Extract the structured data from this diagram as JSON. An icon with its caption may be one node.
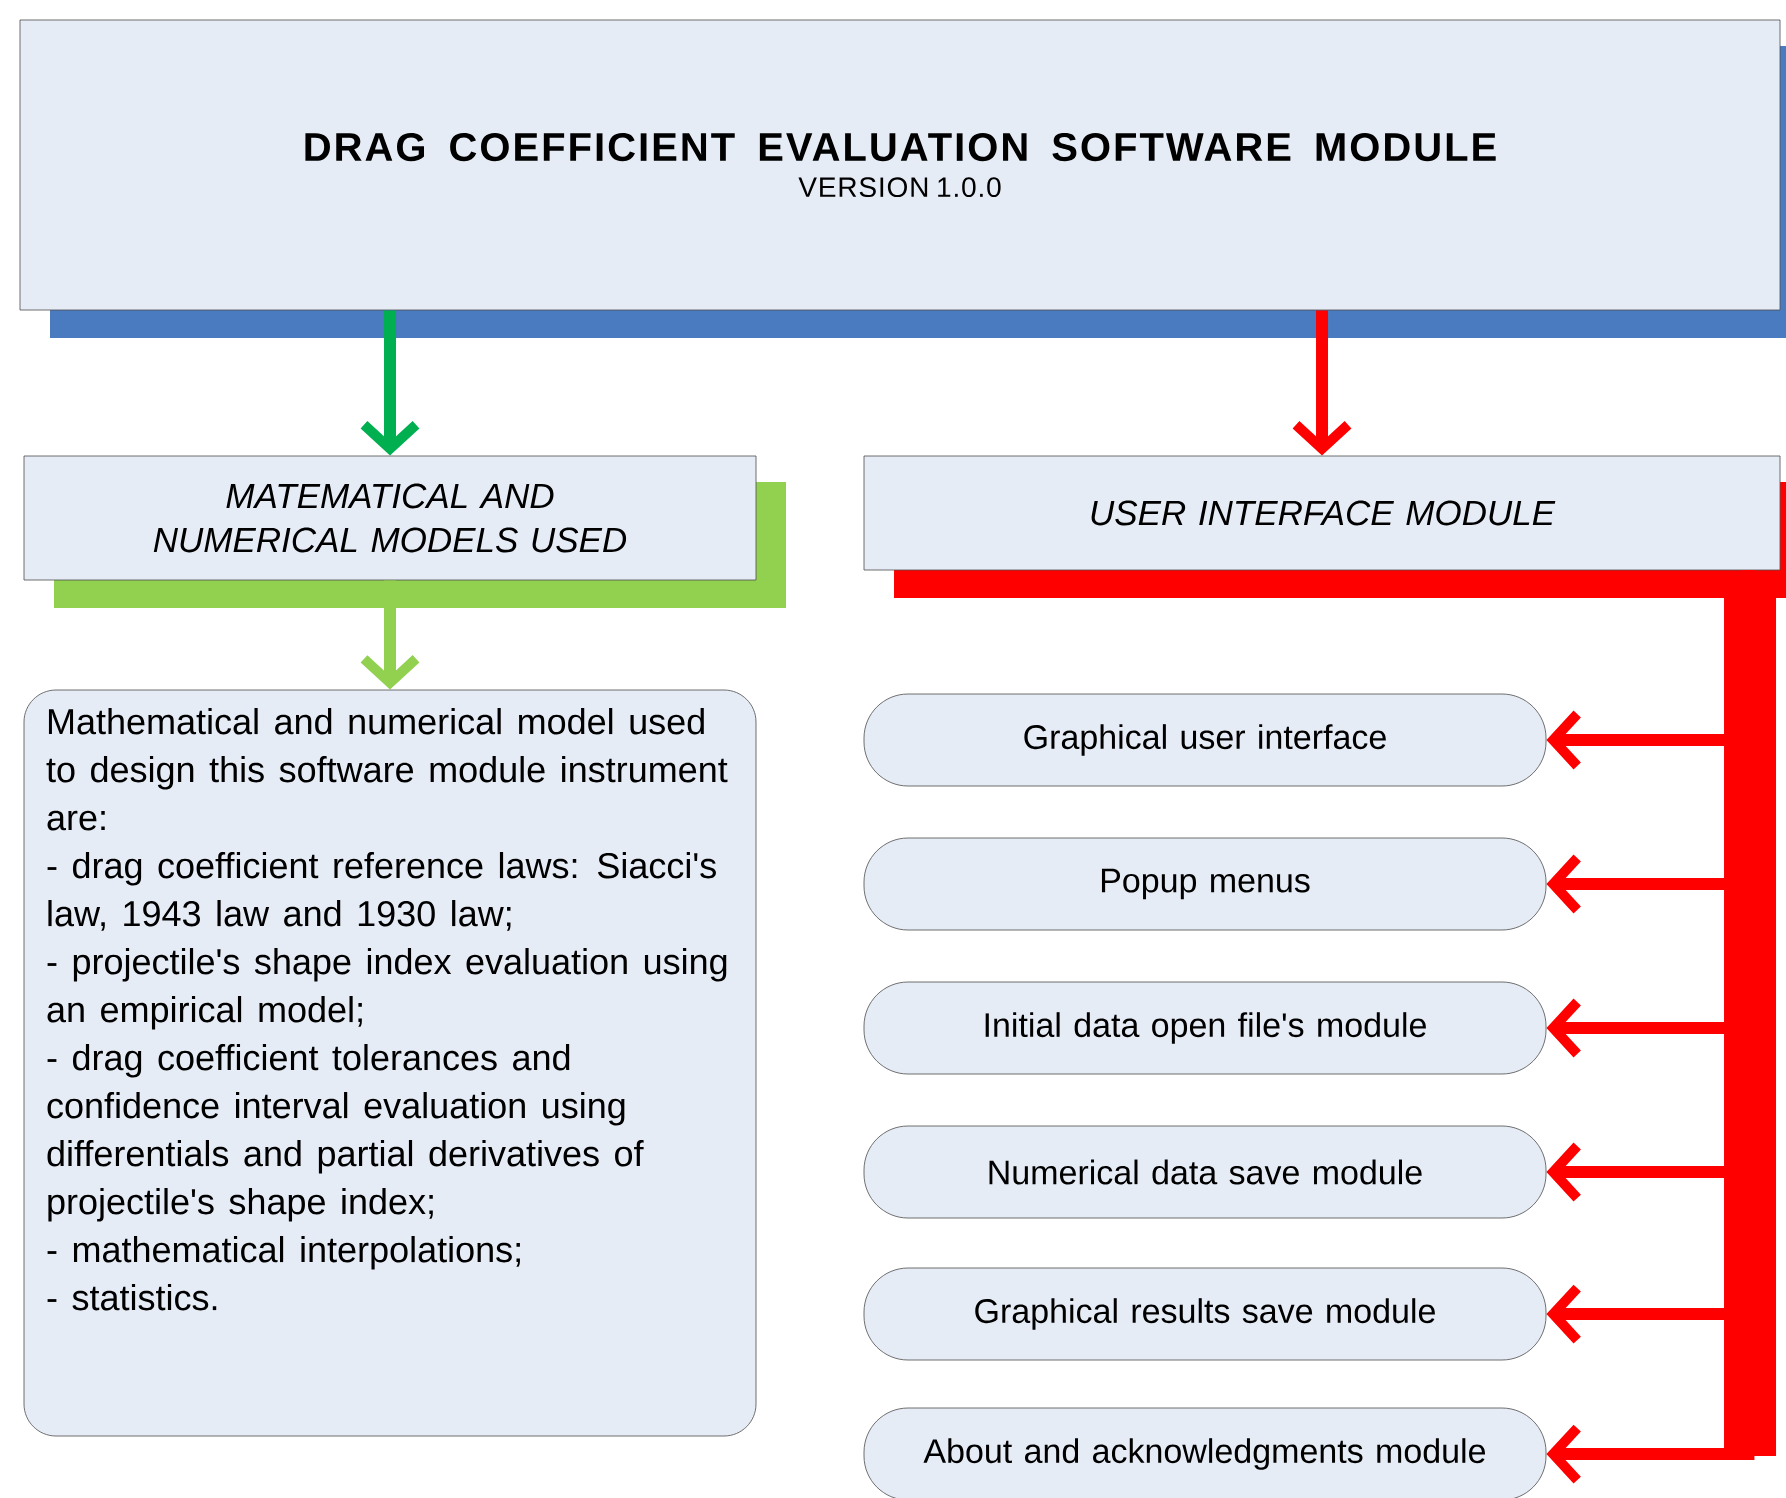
{
  "diagram": {
    "nodes": [
      {
        "text": [
          "DRAG COEFFICIENT EVALUATION SOFTWARE MODULE",
          "VERSION 1.0.0"
        ]
      },
      {
        "text": [
          "MATEMATICAL AND NUMERICAL MODELS USED"
        ]
      },
      {
        "text": [
          "USER INTERFACE MODULE"
        ]
      },
      {
        "text": [
          "Mathematical and numerical model used to design this software module instrument are:",
          "- drag coefficient reference laws: Siacci's law, 1943 law and 1930 law;",
          "- projectile's shape index evaluation using an empirical model;",
          "- drag coefficient tolerances and confidence interval evaluation using differentials and partial derivatives of projectile's shape index;",
          "- mathematical interpolations;",
          "- statistics."
        ]
      },
      {
        "text": [
          "Graphical user interface"
        ]
      },
      {
        "text": [
          "Popup menus"
        ]
      },
      {
        "text": [
          "Initial data open file's module"
        ]
      },
      {
        "text": [
          "Numerical data save module"
        ]
      },
      {
        "text": [
          "Graphical results save module"
        ]
      },
      {
        "text": [
          "About and acknowledgments module"
        ]
      }
    ],
    "edges": [
      {
        "from": 0,
        "to": 1,
        "arrow": "to",
        "color": "#00b050"
      },
      {
        "from": 0,
        "to": 2,
        "arrow": "to"
      },
      {
        "from": 1,
        "to": 3,
        "arrow": "to",
        "color": "#92d050"
      },
      {
        "from": 2,
        "to": 4,
        "arrow": "to"
      },
      {
        "from": 2,
        "to": 5,
        "arrow": "to"
      },
      {
        "from": 2,
        "to": 6,
        "arrow": "to"
      },
      {
        "from": 2,
        "to": 7,
        "arrow": "to"
      },
      {
        "from": 2,
        "to": 8,
        "arrow": "to"
      },
      {
        "from": 2,
        "to": 9,
        "arrow": "to"
      }
    ]
  }
}
